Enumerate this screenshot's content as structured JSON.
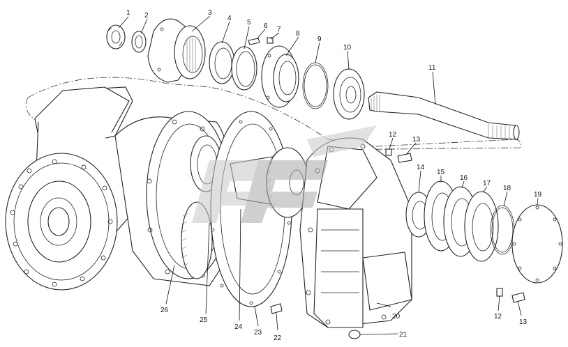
{
  "diagram": {
    "callouts": [
      {
        "id": "c1",
        "label": "1"
      },
      {
        "id": "c2",
        "label": "2"
      },
      {
        "id": "c3",
        "label": "3"
      },
      {
        "id": "c4",
        "label": "4"
      },
      {
        "id": "c5",
        "label": "5"
      },
      {
        "id": "c6",
        "label": "6"
      },
      {
        "id": "c7",
        "label": "7"
      },
      {
        "id": "c8",
        "label": "8"
      },
      {
        "id": "c9",
        "label": "9"
      },
      {
        "id": "c10",
        "label": "10"
      },
      {
        "id": "c11",
        "label": "11"
      },
      {
        "id": "c12a",
        "label": "12"
      },
      {
        "id": "c13a",
        "label": "13"
      },
      {
        "id": "c14",
        "label": "14"
      },
      {
        "id": "c15",
        "label": "15"
      },
      {
        "id": "c16",
        "label": "16"
      },
      {
        "id": "c17",
        "label": "17"
      },
      {
        "id": "c18",
        "label": "18"
      },
      {
        "id": "c19",
        "label": "19"
      },
      {
        "id": "c20",
        "label": "20"
      },
      {
        "id": "c21",
        "label": "21"
      },
      {
        "id": "c22",
        "label": "22"
      },
      {
        "id": "c23",
        "label": "23"
      },
      {
        "id": "c24",
        "label": "24"
      },
      {
        "id": "c25",
        "label": "25"
      },
      {
        "id": "c26",
        "label": "26"
      },
      {
        "id": "c12b",
        "label": "12"
      },
      {
        "id": "c13b",
        "label": "13"
      }
    ],
    "colors": {
      "line": "#222222",
      "watermark_gray": "#c8c8c8",
      "watermark_dark": "#a9a9a9"
    }
  }
}
